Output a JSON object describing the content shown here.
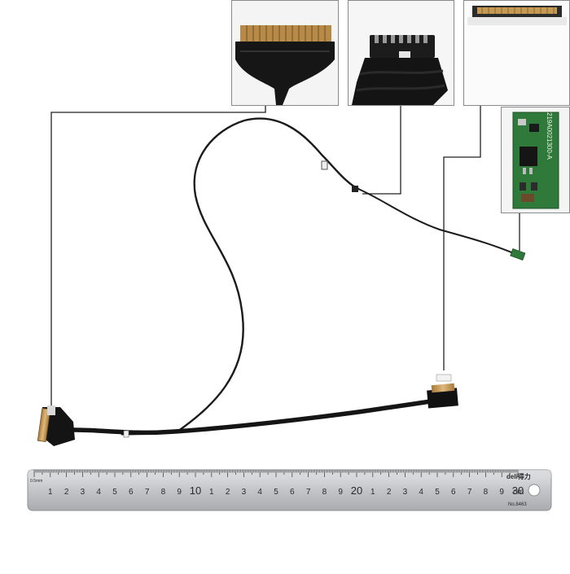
{
  "ruler": {
    "brand": "deli得力",
    "model": "No.8463",
    "unit": "cm",
    "small_label": "0.5mm",
    "numbers": [
      "1",
      "2",
      "3",
      "4",
      "5",
      "6",
      "7",
      "8",
      "9",
      "10",
      "1",
      "2",
      "3",
      "4",
      "5",
      "6",
      "7",
      "8",
      "9",
      "20",
      "1",
      "2",
      "3",
      "4",
      "5",
      "6",
      "7",
      "8",
      "9",
      "30"
    ]
  },
  "pcb_label": "219A0021300-A",
  "colors": {
    "cable": "#1a1a1a",
    "connector_gold": "#c9a064",
    "pcb_green": "#2f7a3a",
    "ruler_steel": "#c7c9cc",
    "leader_line": "#222222"
  }
}
